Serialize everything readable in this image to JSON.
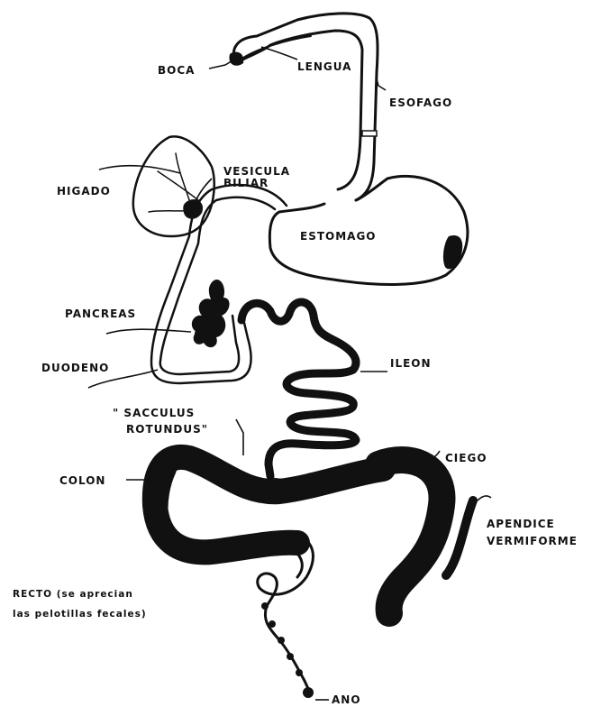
{
  "labels": {
    "boca": "BOCA",
    "lengua": "LENGUA",
    "esofago": "ESOFAGO",
    "higado": "HIGADO",
    "vesicula_1": "VESICULA",
    "vesicula_2": "BILIAR",
    "estomago": "ESTOMAGO",
    "pancreas": "PANCREAS",
    "duodeno": "DUODENO",
    "ileon": "ILEON",
    "sacculus_1": "\" SACCULUS",
    "sacculus_2": "ROTUNDUS\"",
    "colon": "COLON",
    "ciego": "CIEGO",
    "apendice_1": "APENDICE",
    "apendice_2": "VERMIFORME",
    "recto_1": "RECTO  (se aprecian",
    "recto_2": "las pelotillas fecales)",
    "ano": "ANO"
  },
  "colors": {
    "ink": "#111111",
    "paper": "#ffffff"
  }
}
